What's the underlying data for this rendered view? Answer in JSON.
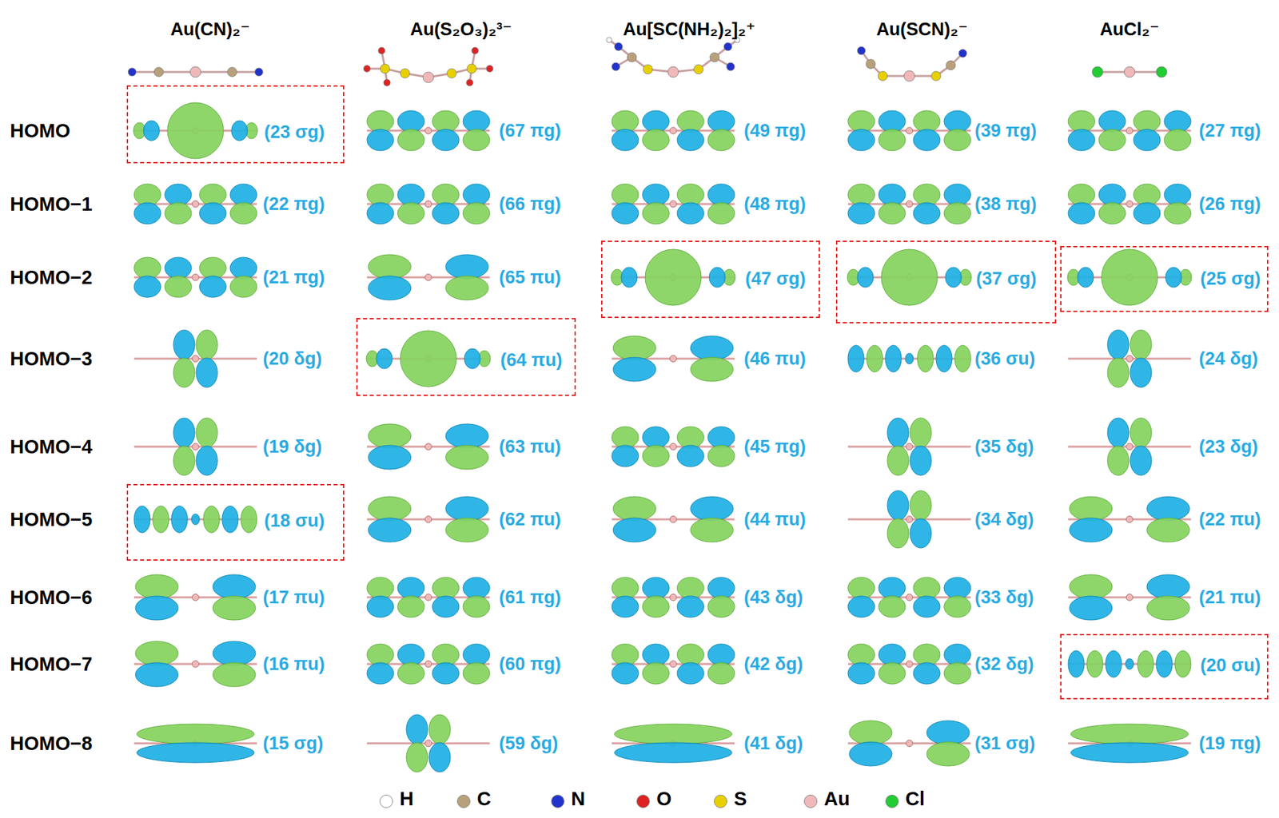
{
  "diagram": {
    "nodes": [
      {
        "text": [
          "(23 σg)"
        ]
      },
      {
        "text": [
          "(47 σg)"
        ]
      },
      {
        "text": [
          "(37 σg)"
        ]
      },
      {
        "text": [
          "(25 σg)"
        ]
      },
      {
        "text": [
          "(64 πu)"
        ]
      },
      {
        "text": [
          "(18 σu)"
        ]
      },
      {
        "text": [
          "(20 σu)"
        ]
      }
    ],
    "labels": [
      "Au(CN)₂⁻",
      "Au(S₂O₃)₂³⁻",
      "Au[SC(NH₂)₂]₂⁺",
      "Au(SCN)₂⁻",
      "AuCl₂⁻",
      "HOMO",
      "HOMO−1",
      "HOMO−2",
      "HOMO−3",
      "HOMO−4",
      "HOMO−5",
      "HOMO−6",
      "HOMO−7",
      "HOMO−8",
      "(67 πg)",
      "(49 πg)",
      "(39 πg)",
      "(27 πg)",
      "(22 πg)",
      "(66 πg)",
      "(48 πg)",
      "(38 πg)",
      "(26 πg)",
      "(21 πg)",
      "(65 πu)",
      "(20 δg)",
      "(46 πu)",
      "(36 σu)",
      "(24 δg)",
      "(19 δg)",
      "(63 πu)",
      "(45 πg)",
      "(35 δg)",
      "(23 δg)",
      "(62 πu)",
      "(44 πu)",
      "(34 δg)",
      "(22 πu)",
      "(17 πu)",
      "(61 πg)",
      "(43 δg)",
      "(33 δg)",
      "(21 πu)",
      "(16 πu)",
      "(60 πg)",
      "(42 δg)",
      "(32 δg)",
      "(15 σg)",
      "(59 δg)",
      "(41 δg)",
      "(31 σg)",
      "(19 πg)"
    ],
    "legend": [
      {
        "text": "H",
        "color": "#ffffff"
      },
      {
        "text": "C",
        "color": "#b8a07a"
      },
      {
        "text": "N",
        "color": "#2233cc"
      },
      {
        "text": "O",
        "color": "#dd2222"
      },
      {
        "text": "S",
        "color": "#e8d000"
      },
      {
        "text": "Au",
        "color": "#f0b8b8"
      },
      {
        "text": "Cl",
        "color": "#22cc33"
      }
    ]
  }
}
